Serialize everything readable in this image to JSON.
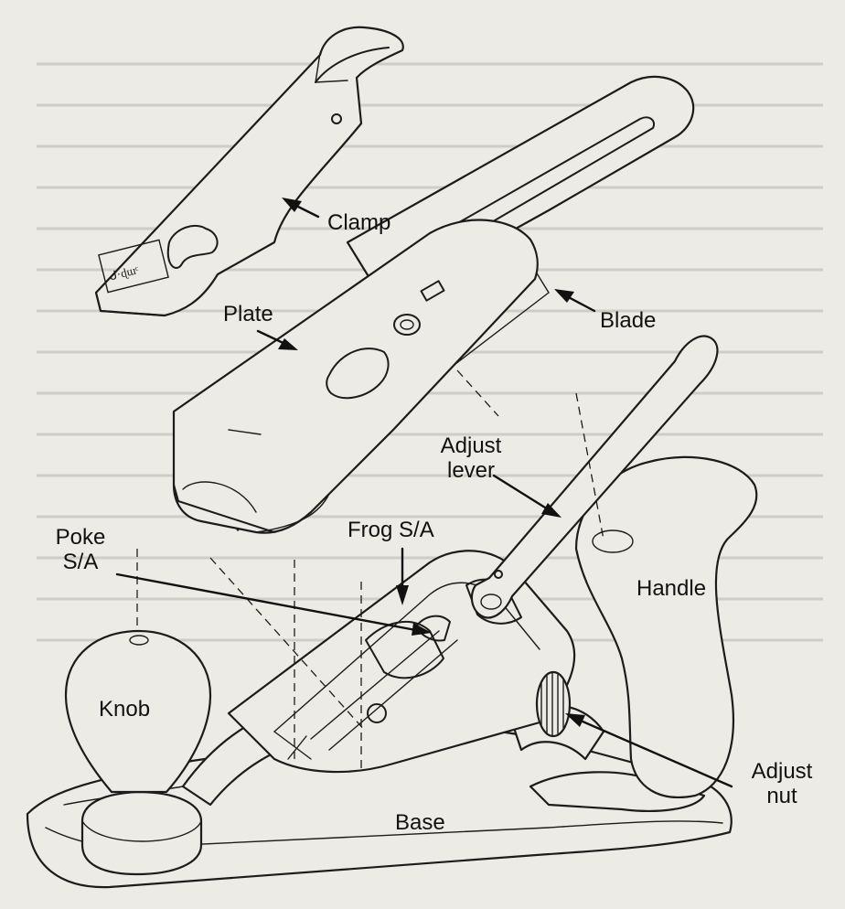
{
  "labels": {
    "clamp": "Clamp",
    "plate": "Plate",
    "blade": "Blade",
    "adjust_lever_1": "Adjust",
    "adjust_lever_2": "lever",
    "frog": "Frog S/A",
    "poke_1": "Poke",
    "poke_2": "S/A",
    "handle": "Handle",
    "knob": "Knob",
    "adjust_nut_1": "Adjust",
    "adjust_nut_2": "nut",
    "base": "Base"
  },
  "colors": {
    "paper": "#ecebe5",
    "ink": "#1c1c1c"
  }
}
